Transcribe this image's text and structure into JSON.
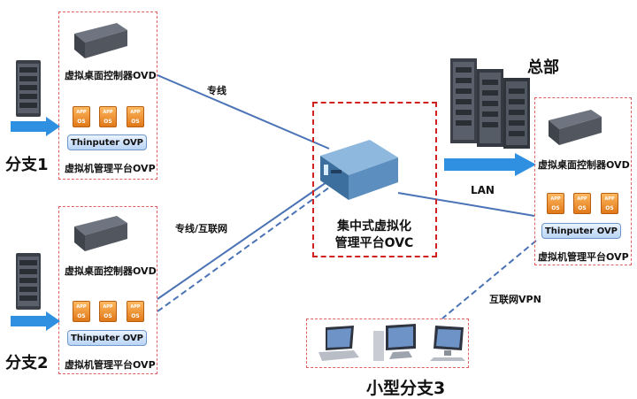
{
  "branch1": {
    "name": "分支1",
    "ovd_label": "虚拟桌面控制器OVD",
    "ovp_bar": "Thinputer  OVP",
    "ovp_label": "虚拟机管理平台OVP",
    "app_icons": [
      {
        "top": "APP",
        "bottom": "OS"
      },
      {
        "top": "APP",
        "bottom": "OS"
      },
      {
        "top": "APP",
        "bottom": "OS"
      }
    ]
  },
  "branch2": {
    "name": "分支2",
    "ovd_label": "虚拟桌面控制器OVD",
    "ovp_bar": "Thinputer  OVP",
    "ovp_label": "虚拟机管理平台OVP",
    "app_icons": [
      {
        "top": "APP",
        "bottom": "OS"
      },
      {
        "top": "APP",
        "bottom": "OS"
      },
      {
        "top": "APP",
        "bottom": "OS"
      }
    ]
  },
  "hq": {
    "name": "总部",
    "ovd_label": "虚拟桌面控制器OVD",
    "ovp_bar": "Thinputer  OVP",
    "ovp_label": "虚拟机管理平台OVP",
    "app_icons": [
      {
        "top": "APP",
        "bottom": "OS"
      },
      {
        "top": "APP",
        "bottom": "OS"
      },
      {
        "top": "APP",
        "bottom": "OS"
      }
    ]
  },
  "center": {
    "title_line1": "集中式虚拟化",
    "title_line2": "管理平台OVC"
  },
  "links": {
    "branch1": "专线",
    "branch2": "专线/互联网",
    "hq": "LAN",
    "small": "互联网VPN"
  },
  "small_branch": {
    "name": "小型分支3"
  },
  "colors": {
    "link_line": "#4a73b5",
    "arrow": "#2f8fe0",
    "box_border": "#e06060",
    "center_border": "#d02020"
  }
}
